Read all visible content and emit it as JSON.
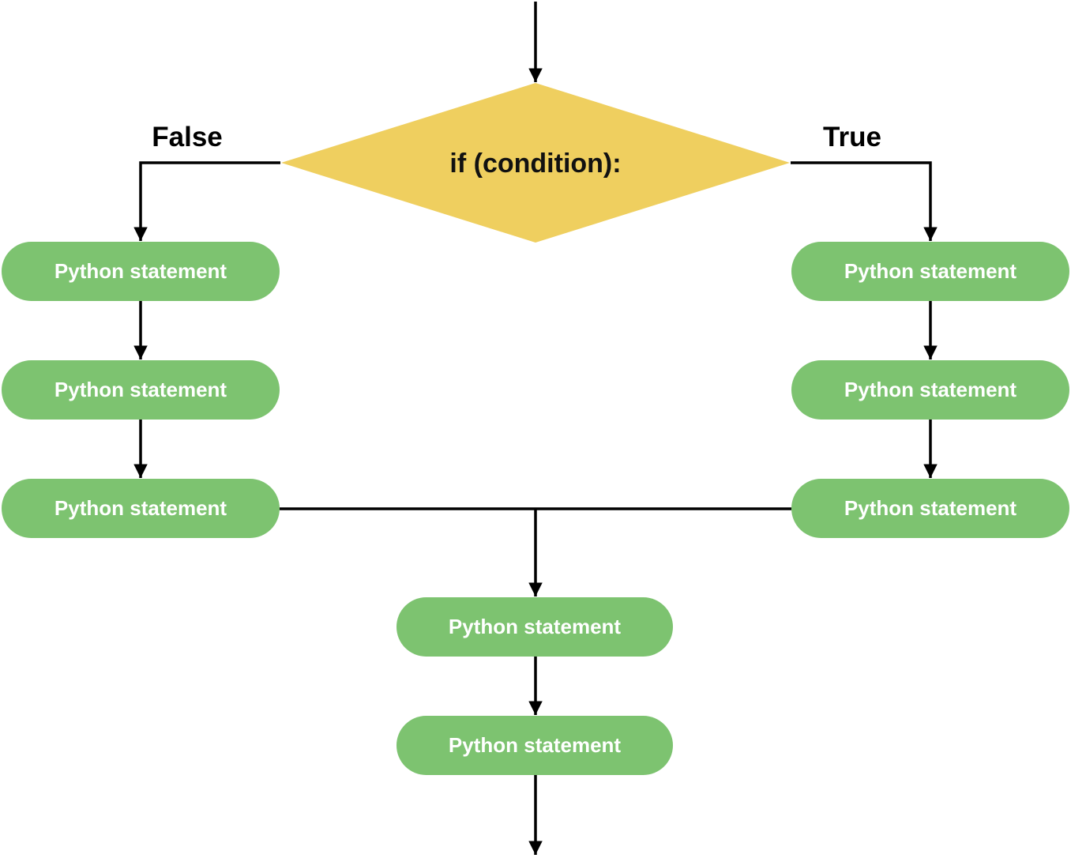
{
  "colors": {
    "decision_fill": "#EFCF5F",
    "statement_fill": "#7DC370",
    "statement_text": "#FFFFFF",
    "line": "#000000"
  },
  "decision": {
    "label": "if (condition):"
  },
  "branches": {
    "false_label": "False",
    "true_label": "True"
  },
  "false_branch": {
    "statements": [
      "Python statement",
      "Python statement",
      "Python statement"
    ]
  },
  "true_branch": {
    "statements": [
      "Python statement",
      "Python statement",
      "Python statement"
    ]
  },
  "merged": {
    "statements": [
      "Python statement",
      "Python statement"
    ]
  }
}
